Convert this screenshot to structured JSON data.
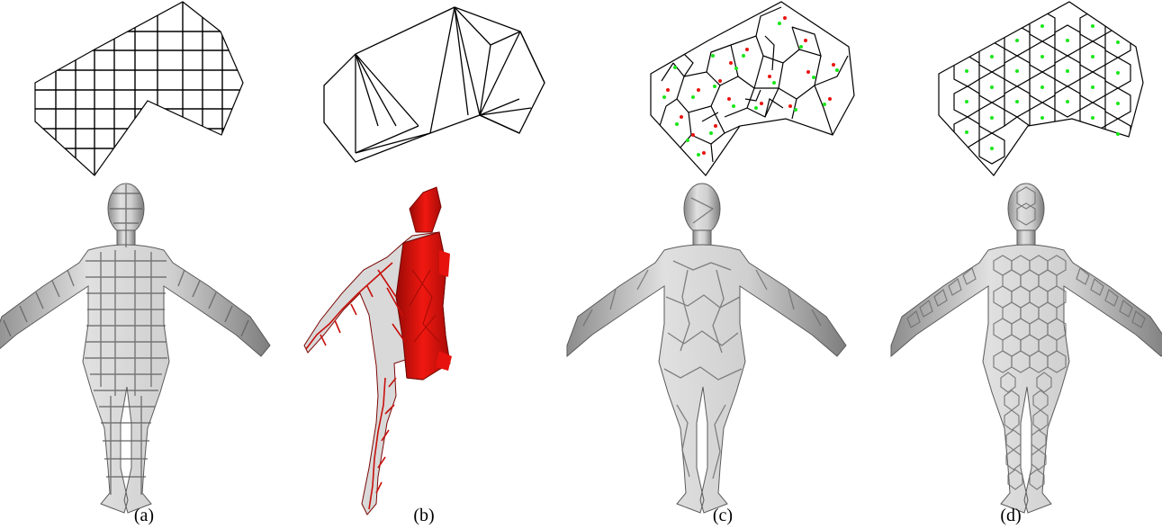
{
  "panels": [
    {
      "id": "a",
      "caption": "(a)",
      "domain_pattern": "grid",
      "figure_coloring": "silver"
    },
    {
      "id": "b",
      "caption": "(b)",
      "domain_pattern": "triangulation",
      "figure_coloring": "red-dominant"
    },
    {
      "id": "c",
      "caption": "(c)",
      "domain_pattern": "voronoi-irregular",
      "figure_coloring": "silver"
    },
    {
      "id": "d",
      "caption": "(d)",
      "domain_pattern": "voronoi-centroidal",
      "figure_coloring": "silver"
    }
  ],
  "colors": {
    "line": "#000000",
    "generator_red": "#e8140f",
    "centroid_green": "#19e619",
    "surface_silver": "#b9b9b9",
    "surface_red": "#e6120e",
    "cell_seam": "#6f6f6f"
  },
  "icons": [
    "human-figure-icon"
  ]
}
